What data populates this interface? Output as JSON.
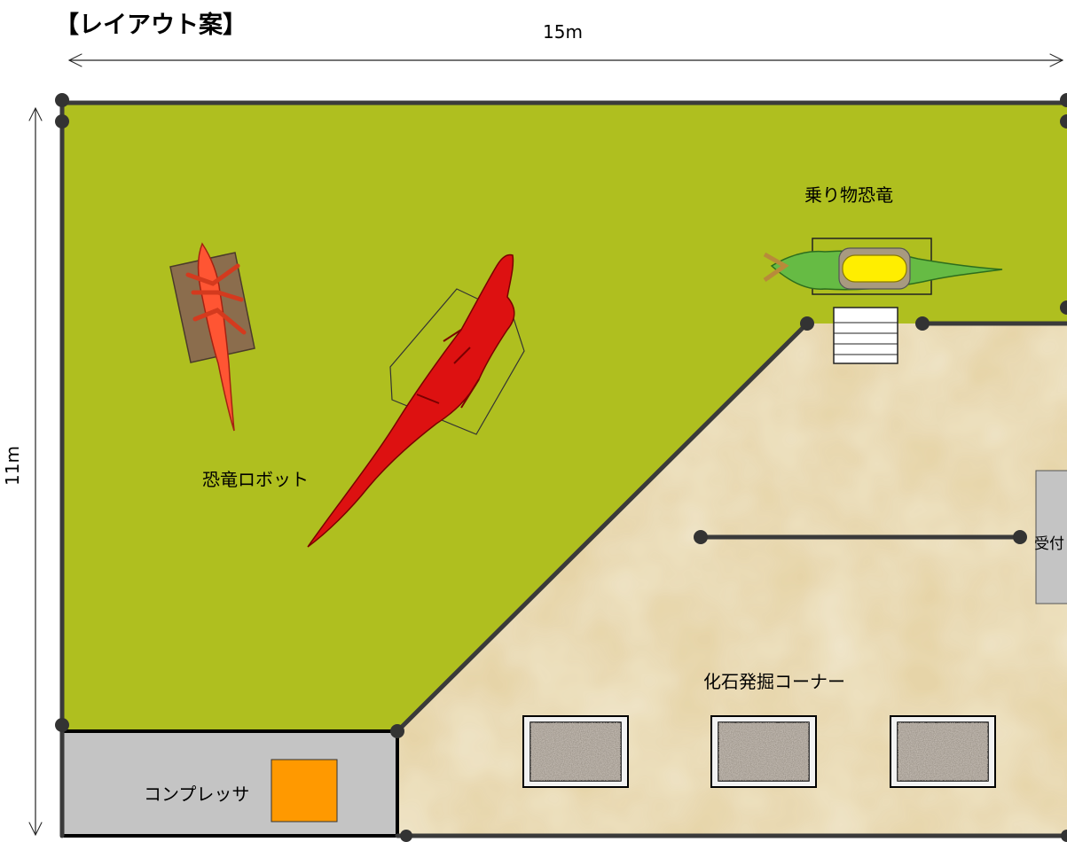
{
  "title": "【レイアウト案】",
  "dimensions": {
    "width_label": "15m",
    "height_label": "11m"
  },
  "areas": {
    "robot_label": "恐竜ロボット",
    "ride_label": "乗り物恐竜",
    "fossil_label": "化石発掘コーナー",
    "compressor_label": "コンプレッサ",
    "reception_label": "受付"
  },
  "colors": {
    "grass": "#afbf1f",
    "sand": "#e9d9b2",
    "compressor_room": "#c4c4c4",
    "compressor_unit": "#ff9900",
    "dino_red": "#dd1111",
    "wall": "#3a3a3a"
  }
}
